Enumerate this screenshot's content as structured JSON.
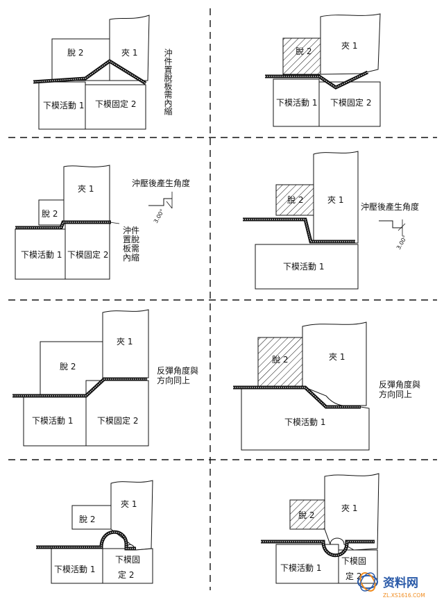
{
  "labels": {
    "stripper": "脫 2",
    "clamp": "夾 1",
    "lower_movable": "下模活動 1",
    "lower_fixed": "下模固定 2",
    "lower_fixed_split_a": "下模固",
    "lower_fixed_split_b": "定 2"
  },
  "notes": {
    "punch_needs_inset": "沖件置脫板需內縮",
    "punch_needs_inset_lines": [
      "沖件",
      "置脫",
      "板需",
      "內縮"
    ],
    "angle_after_press": "沖壓後產生角度",
    "angle_value": "3.00°",
    "springback_line1": "反彈角度與",
    "springback_line2": "方向同上"
  },
  "watermark": {
    "brand": "资料网",
    "url": "ZL.XS1616.COM"
  },
  "colors": {
    "line": "#111111",
    "background": "#ffffff",
    "watermark_blue": "#2a5aa8",
    "watermark_orange": "#f08a1c"
  }
}
